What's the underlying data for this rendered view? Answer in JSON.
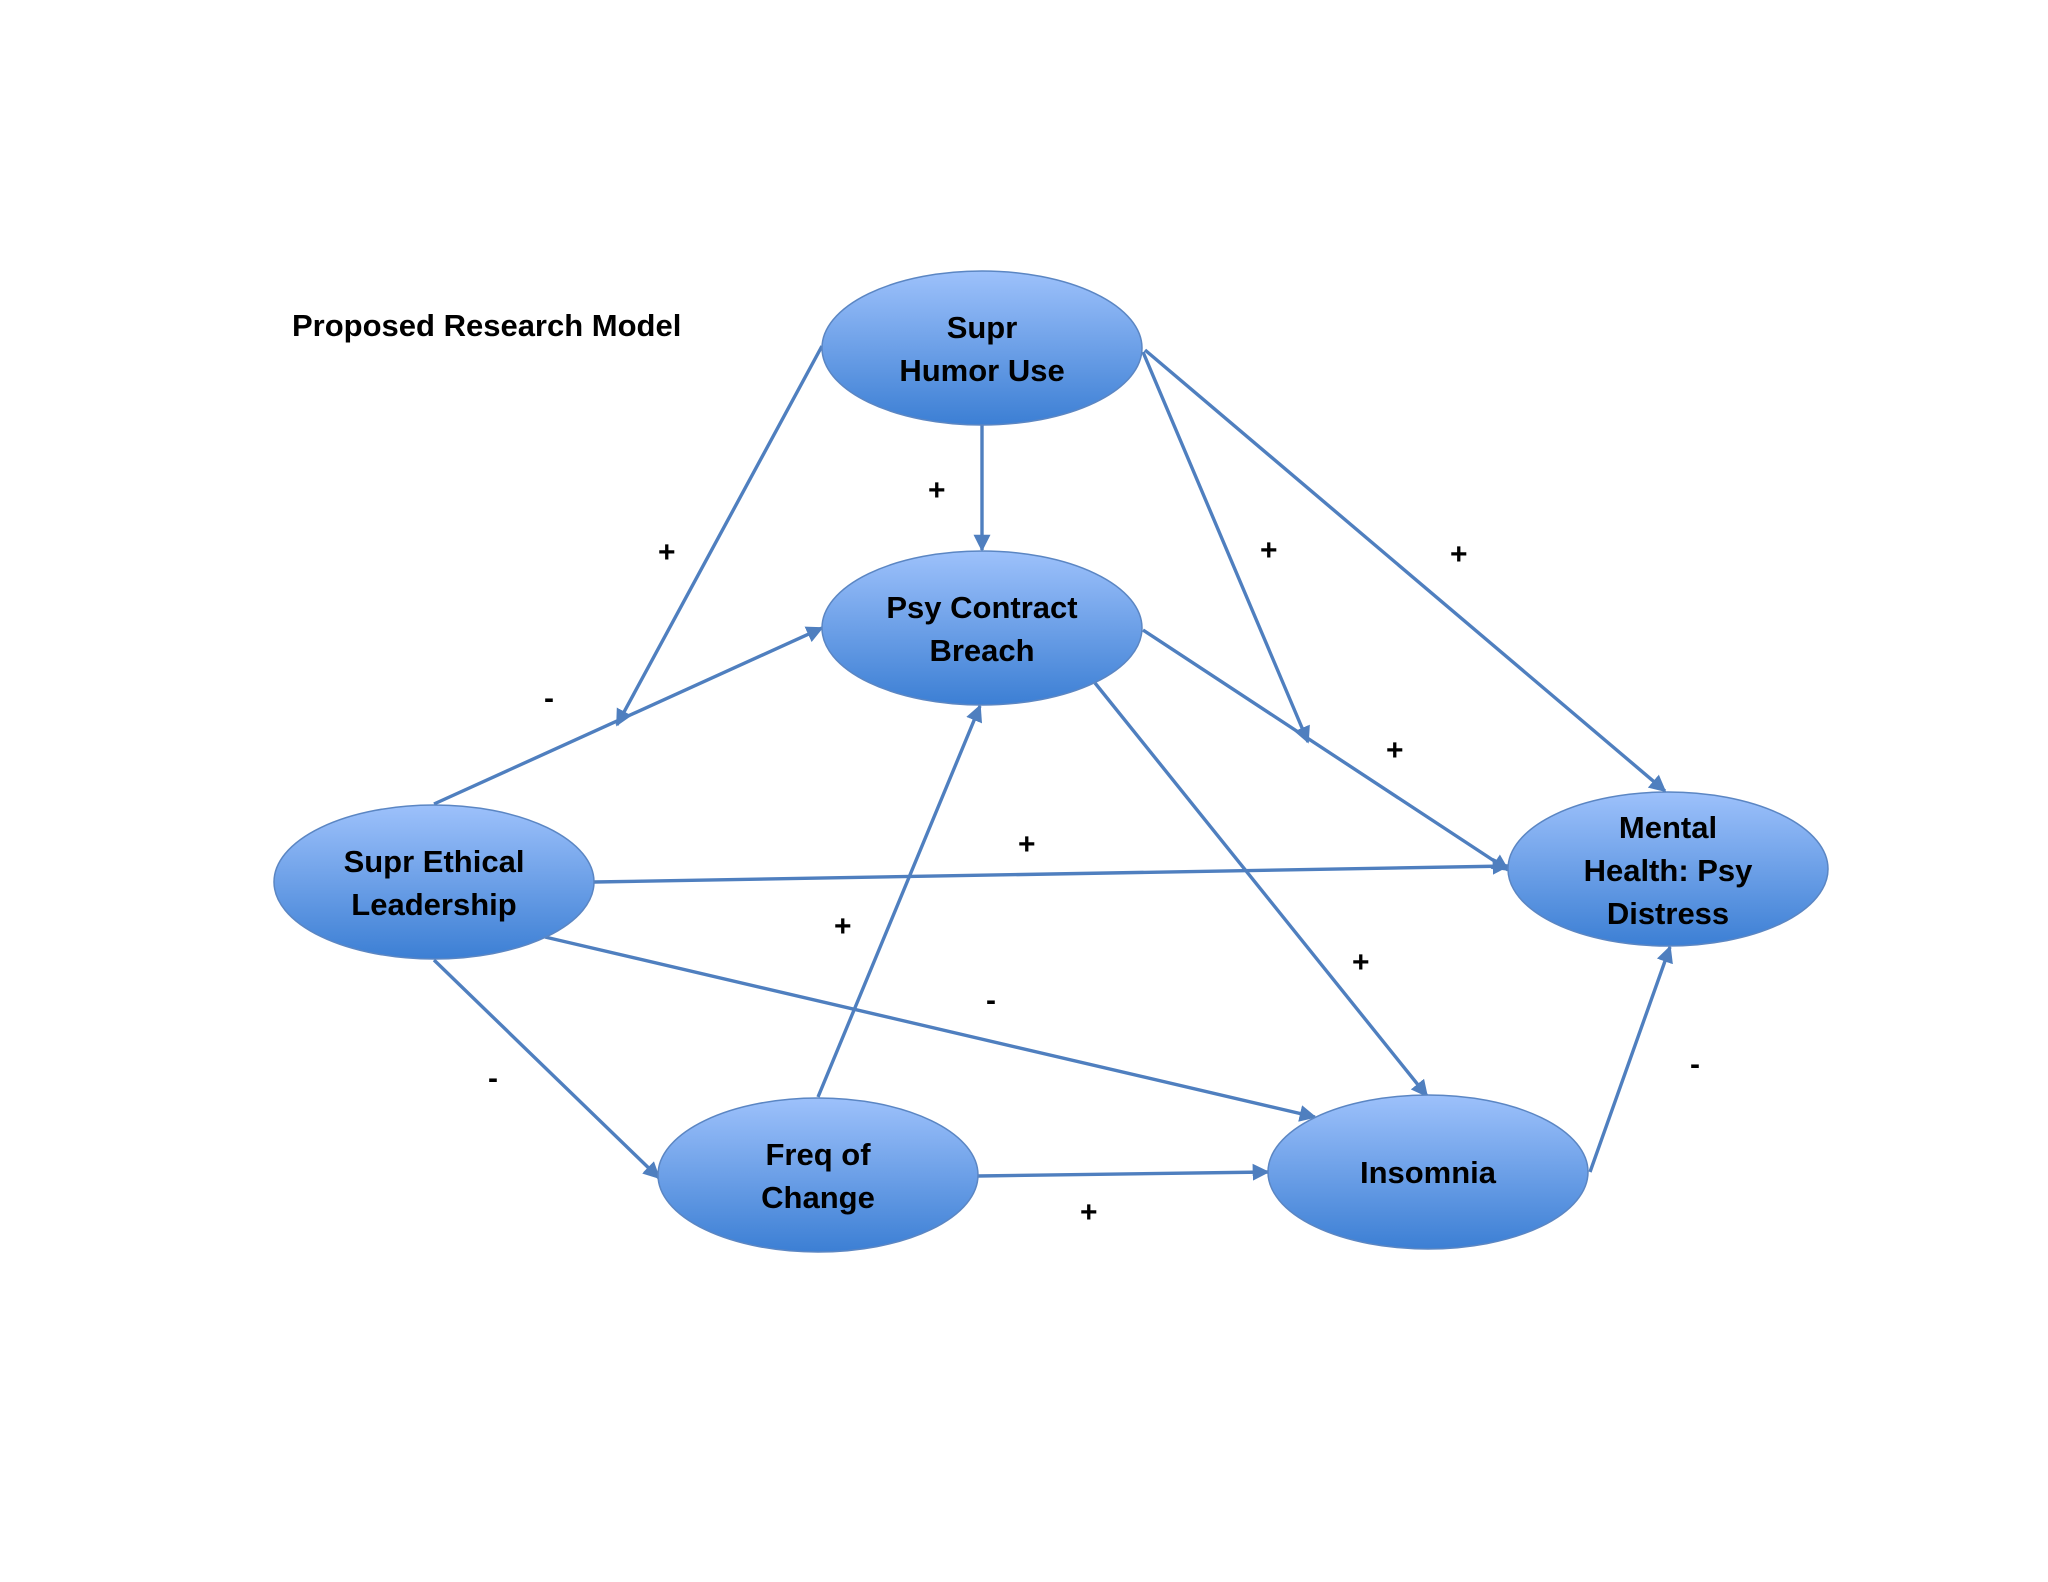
{
  "title": "Proposed Research Model",
  "colors": {
    "node_light": "#9dc1fb",
    "node_dark": "#3c7fd4",
    "edge": "#4f7fbf"
  },
  "nodes": {
    "humor": [
      "Supr",
      "Humor Use"
    ],
    "breach": [
      "Psy Contract",
      "Breach"
    ],
    "ethical": [
      "Supr Ethical",
      "Leadership"
    ],
    "mental": [
      "Mental",
      "Health: Psy",
      "Distress"
    ],
    "freq": [
      "Freq of",
      "Change"
    ],
    "insomnia": [
      "Insomnia"
    ]
  },
  "edges": [
    {
      "from": "humor",
      "to": "breach",
      "sign": "+"
    },
    {
      "from": "humor",
      "to": "ethical-breach-path",
      "sign": "+"
    },
    {
      "from": "humor",
      "to": "breach-mental-path",
      "sign": "+"
    },
    {
      "from": "humor",
      "to": "mental",
      "sign": "+"
    },
    {
      "from": "ethical",
      "to": "breach",
      "sign": "-"
    },
    {
      "from": "breach",
      "to": "mental",
      "sign": "+"
    },
    {
      "from": "ethical",
      "to": "mental",
      "sign": "+"
    },
    {
      "from": "freq",
      "to": "breach",
      "sign": "+"
    },
    {
      "from": "ethical",
      "to": "insomnia",
      "sign": "-"
    },
    {
      "from": "breach",
      "to": "insomnia",
      "sign": "+"
    },
    {
      "from": "ethical",
      "to": "freq",
      "sign": "-"
    },
    {
      "from": "freq",
      "to": "insomnia",
      "sign": "+"
    },
    {
      "from": "insomnia",
      "to": "mental",
      "sign": "-"
    }
  ]
}
